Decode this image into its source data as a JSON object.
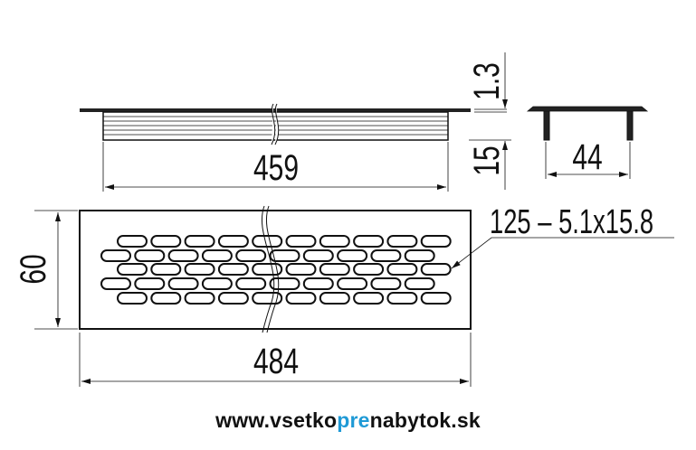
{
  "drawing": {
    "top_view": {
      "length_label": "459",
      "flange_thickness_label": "1.3",
      "body_height_label": "15"
    },
    "side_view": {
      "width_label": "44"
    },
    "front_view": {
      "length_label": "484",
      "height_label": "60",
      "slot_spec_label": "125 – 5.1x15.8",
      "slot_rows": 5,
      "slots_per_row": 10
    }
  },
  "website": {
    "prefix": "www.vsetko",
    "accent": "pre",
    "suffix": "nabytok.sk",
    "accent_color": "#1f9ad6"
  }
}
